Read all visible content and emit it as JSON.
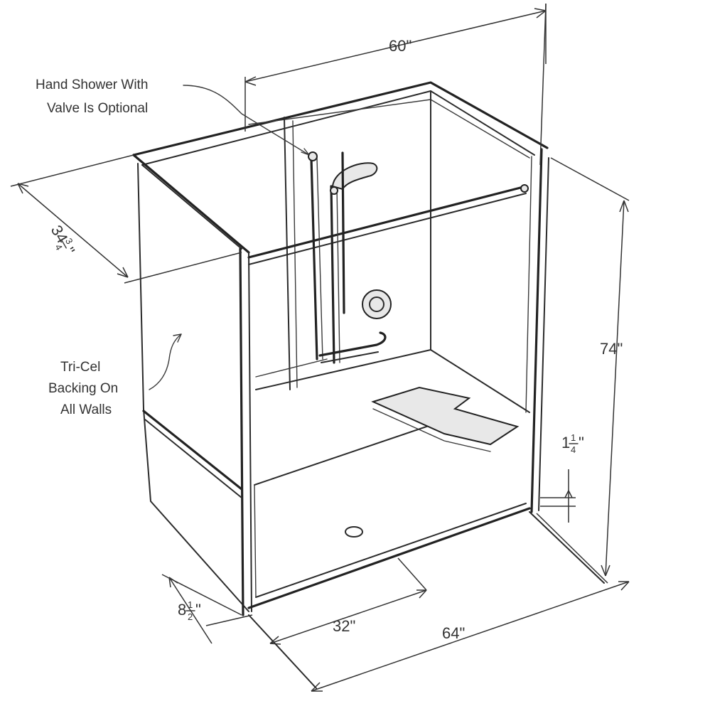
{
  "labels": {
    "hand_shower_line1": "Hand Shower With",
    "hand_shower_line2": "Valve Is Optional",
    "tricell_line1": "Tri-Cel",
    "tricell_line2": "Backing On",
    "tricell_line3": "All Walls"
  },
  "dimensions": {
    "width_top": "60\"",
    "depth_whole": "34",
    "depth_num": "3",
    "depth_den": "4",
    "depth_unit": "\"",
    "height": "74\"",
    "threshold_whole": "1",
    "threshold_num": "1",
    "threshold_den": "4",
    "threshold_unit": "\"",
    "curb_whole": "8",
    "curb_num": "1",
    "curb_den": "2",
    "curb_unit": "\"",
    "opening": "32\"",
    "width_bottom": "64\""
  }
}
